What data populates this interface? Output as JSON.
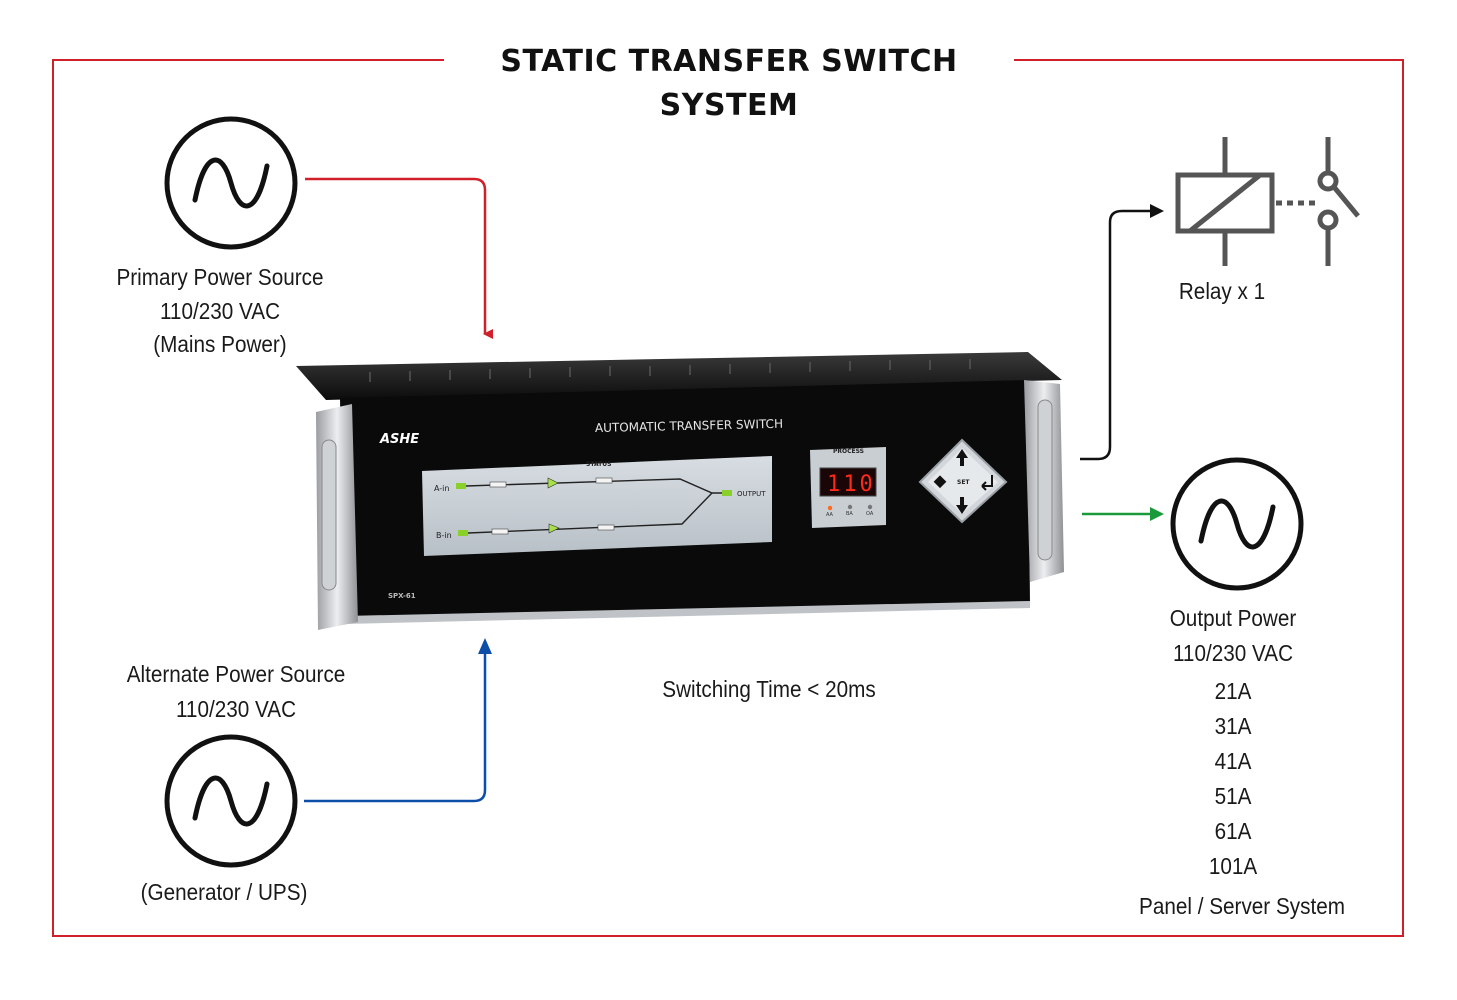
{
  "title": "STATIC TRANSFER SWITCH SYSTEM",
  "primary_source": {
    "name": "Primary Power Source",
    "voltage": "110/230 VAC",
    "note": "(Mains Power)"
  },
  "alternate_source": {
    "name": "Alternate Power Source",
    "voltage": "110/230 VAC",
    "note": "(Generator / UPS)"
  },
  "relay": {
    "label": "Relay x 1"
  },
  "output": {
    "name": "Output Power",
    "voltage": "110/230 VAC",
    "ratings": [
      "21A",
      "31A",
      "41A",
      "51A",
      "61A",
      "101A"
    ],
    "system": "Panel / Server System"
  },
  "switching_time": "Switching Time < 20ms",
  "device": {
    "brand": "ASHE",
    "panel_title": "AUTOMATIC TRANSFER SWITCH",
    "status_label": "STATUS",
    "input_a": "A-in",
    "input_b": "B-in",
    "output_label": "OUTPUT",
    "process_label": "PROCESS",
    "display_value": "110",
    "led_labels": [
      "AA",
      "BA",
      "OA"
    ],
    "set_label": "SET",
    "model": "SPX-61"
  },
  "colors": {
    "frame": "#d0202a",
    "primary_line": "#d0202a",
    "alternate_line": "#0d4fa8",
    "output_arrow": "#1a9a3a",
    "relay_line": "#111111",
    "relay_symbol": "#555555",
    "display_digits": "#ff2a1a"
  },
  "icons": {
    "source": "ac-sine-wave-icon",
    "relay": "relay-coil-switch-icon"
  }
}
